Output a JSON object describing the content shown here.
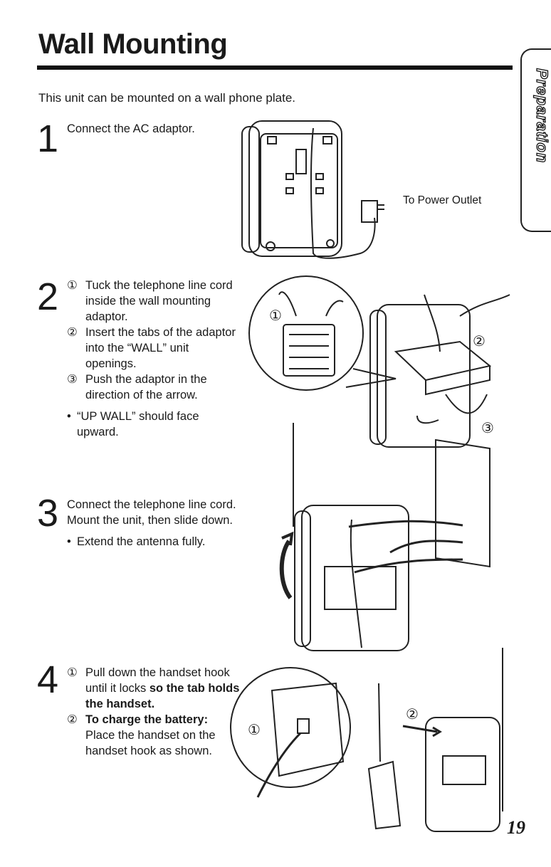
{
  "page": {
    "title": "Wall Mounting",
    "intro": "This unit can be mounted on a wall phone plate.",
    "side_tab": "Preparation",
    "page_number": "19"
  },
  "steps": [
    {
      "num": "1",
      "text": "Connect the AC adaptor."
    },
    {
      "num": "2",
      "items": [
        {
          "marker": "①",
          "text": "Tuck the telephone line cord inside the wall mounting adaptor."
        },
        {
          "marker": "②",
          "text": "Insert the tabs of the adaptor into the “WALL” unit openings."
        },
        {
          "marker": "③",
          "text": "Push the adaptor in the direction of the arrow."
        }
      ],
      "note": "“UP WALL” should face upward."
    },
    {
      "num": "3",
      "text": "Connect the telephone line cord. Mount the unit, then slide down.",
      "note": "Extend the antenna fully."
    },
    {
      "num": "4",
      "item1": {
        "marker": "①",
        "plain": "Pull down the handset hook until it locks ",
        "bold": "so the tab holds the handset."
      },
      "item2": {
        "marker": "②",
        "bold": "To charge the battery:",
        "plain": "Place the handset on the handset hook as shown."
      }
    }
  ],
  "figures": {
    "power_label": "To Power Outlet",
    "callout_1": "①",
    "callout_2": "②",
    "callout_3": "③"
  }
}
